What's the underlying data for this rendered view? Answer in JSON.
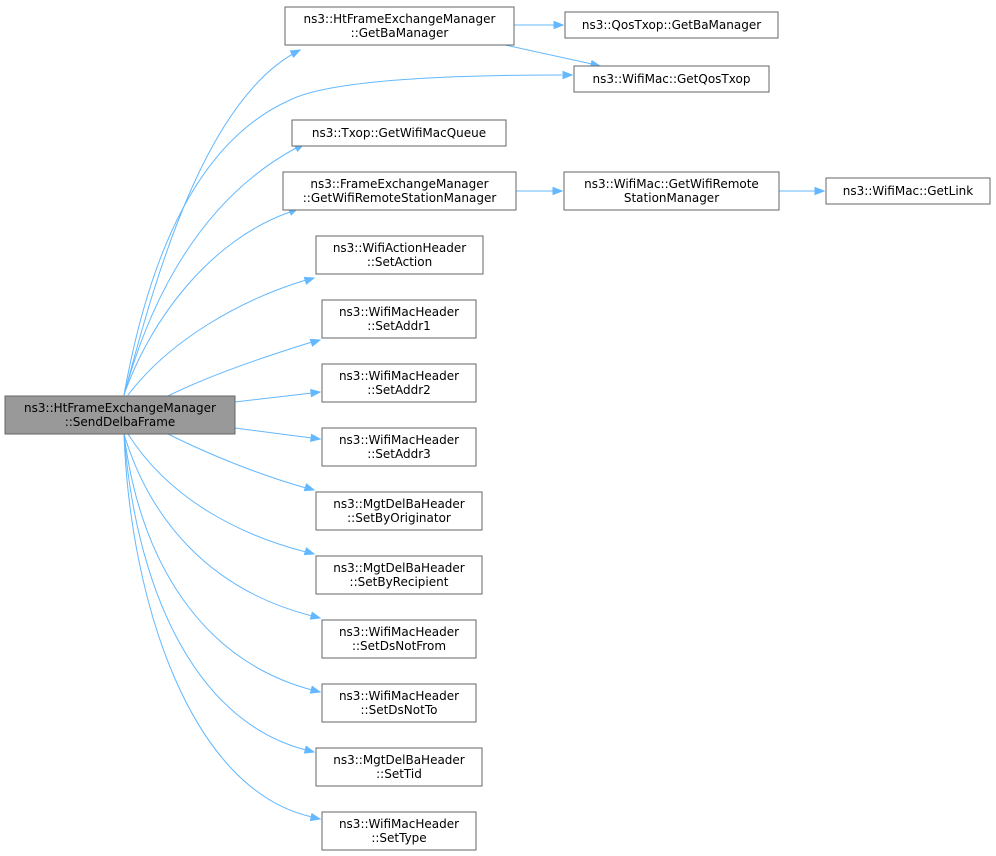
{
  "diagram": {
    "root": {
      "id": "root",
      "lines": [
        "ns3::HtFrameExchangeManager",
        "::SendDelbaFrame"
      ]
    },
    "nodes": [
      {
        "id": "n1",
        "lines": [
          "ns3::HtFrameExchangeManager",
          "::GetBaManager"
        ]
      },
      {
        "id": "n2",
        "lines": [
          "ns3::QosTxop::GetBaManager"
        ]
      },
      {
        "id": "n3",
        "lines": [
          "ns3::WifiMac::GetQosTxop"
        ]
      },
      {
        "id": "n4",
        "lines": [
          "ns3::Txop::GetWifiMacQueue"
        ]
      },
      {
        "id": "n5",
        "lines": [
          "ns3::FrameExchangeManager",
          "::GetWifiRemoteStationManager"
        ]
      },
      {
        "id": "n6",
        "lines": [
          "ns3::WifiMac::GetWifiRemote",
          "StationManager"
        ]
      },
      {
        "id": "n7",
        "lines": [
          "ns3::WifiMac::GetLink"
        ]
      },
      {
        "id": "n8",
        "lines": [
          "ns3::WifiActionHeader",
          "::SetAction"
        ]
      },
      {
        "id": "n9",
        "lines": [
          "ns3::WifiMacHeader",
          "::SetAddr1"
        ]
      },
      {
        "id": "n10",
        "lines": [
          "ns3::WifiMacHeader",
          "::SetAddr2"
        ]
      },
      {
        "id": "n11",
        "lines": [
          "ns3::WifiMacHeader",
          "::SetAddr3"
        ]
      },
      {
        "id": "n12",
        "lines": [
          "ns3::MgtDelBaHeader",
          "::SetByOriginator"
        ]
      },
      {
        "id": "n13",
        "lines": [
          "ns3::MgtDelBaHeader",
          "::SetByRecipient"
        ]
      },
      {
        "id": "n14",
        "lines": [
          "ns3::WifiMacHeader",
          "::SetDsNotFrom"
        ]
      },
      {
        "id": "n15",
        "lines": [
          "ns3::WifiMacHeader",
          "::SetDsNotTo"
        ]
      },
      {
        "id": "n16",
        "lines": [
          "ns3::MgtDelBaHeader",
          "::SetTid"
        ]
      },
      {
        "id": "n17",
        "lines": [
          "ns3::WifiMacHeader",
          "::SetType"
        ]
      }
    ],
    "edges": [
      {
        "from": "root",
        "to": "n1"
      },
      {
        "from": "root",
        "to": "n3"
      },
      {
        "from": "root",
        "to": "n4"
      },
      {
        "from": "root",
        "to": "n5"
      },
      {
        "from": "root",
        "to": "n8"
      },
      {
        "from": "root",
        "to": "n9"
      },
      {
        "from": "root",
        "to": "n10"
      },
      {
        "from": "root",
        "to": "n11"
      },
      {
        "from": "root",
        "to": "n12"
      },
      {
        "from": "root",
        "to": "n13"
      },
      {
        "from": "root",
        "to": "n14"
      },
      {
        "from": "root",
        "to": "n15"
      },
      {
        "from": "root",
        "to": "n16"
      },
      {
        "from": "root",
        "to": "n17"
      },
      {
        "from": "n1",
        "to": "n2"
      },
      {
        "from": "n1",
        "to": "n3"
      },
      {
        "from": "n5",
        "to": "n6"
      },
      {
        "from": "n6",
        "to": "n7"
      }
    ],
    "colors": {
      "edge": "#63b8ff",
      "root_fill": "#999999",
      "node_fill": "#ffffff",
      "border": "#666666"
    }
  }
}
